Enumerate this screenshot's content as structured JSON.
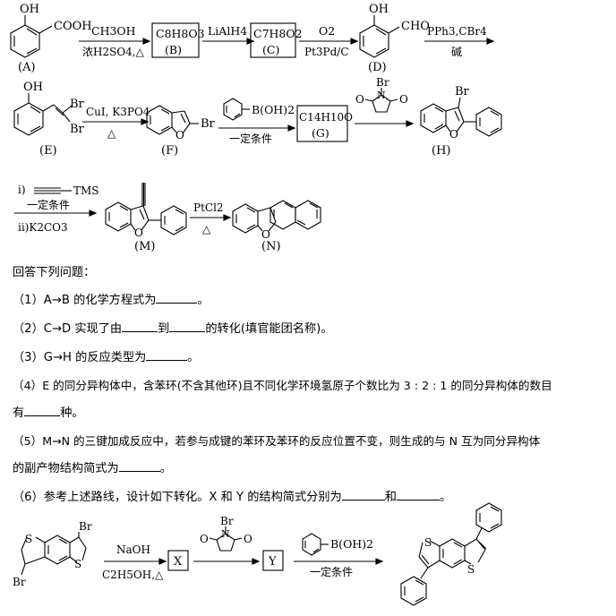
{
  "scheme": {
    "row1": {
      "A": {
        "group": "COOH",
        "oh": "OH",
        "label": "(A)"
      },
      "arrow1": {
        "top": "CH3OH",
        "bottom": "浓H2SO4,△"
      },
      "B": {
        "formula": "C8H8O3",
        "label": "(B)"
      },
      "arrow2": {
        "top": "LiAlH4"
      },
      "C": {
        "formula": "C7H8O2",
        "label": "(C)"
      },
      "arrow3": {
        "top": "O2",
        "bottom": "Pt3Pd/C"
      },
      "D": {
        "group": "CHO",
        "oh": "OH",
        "label": "(D)"
      },
      "arrow4": {
        "top": "PPh3,CBr4",
        "bottom": "碱"
      }
    },
    "row2": {
      "E": {
        "oh": "OH",
        "br1": "Br",
        "br2": "Br",
        "label": "(E)"
      },
      "arrow5": {
        "top": "CuI, K3PO4",
        "bottom": "△"
      },
      "F": {
        "o": "O",
        "br": "Br",
        "label": "(F)"
      },
      "arrow6": {
        "top": "B(OH)2",
        "bottom": "一定条件"
      },
      "G": {
        "formula": "C14H10O",
        "label": "(G)"
      },
      "NBS": {
        "br": "Br",
        "n": "N",
        "o1": "O",
        "o2": "O"
      },
      "H": {
        "br": "Br",
        "o": "O",
        "label": "(H)"
      }
    },
    "row3": {
      "arrow7": {
        "top": "i)",
        "top2": "TMS",
        "middle": "一定条件",
        "bottom": "ii)K2CO3"
      },
      "M": {
        "o": "O",
        "label": "(M)"
      },
      "arrow8": {
        "top": "PtCl2",
        "bottom": "△"
      },
      "N": {
        "o": "O",
        "label": "(N)"
      }
    },
    "row6": {
      "start": {
        "s1": "S",
        "s2": "S",
        "br1": "Br",
        "br2": "Br"
      },
      "arrow9": {
        "top": "NaOH",
        "bottom": "C2H5OH,△"
      },
      "X": "X",
      "NBS": {
        "br": "Br",
        "n": "N",
        "o1": "O",
        "o2": "O"
      },
      "Y": "Y",
      "arrow10": {
        "top": "B(OH)2",
        "bottom": "一定条件"
      },
      "product": {
        "s1": "S",
        "s2": "S"
      }
    }
  },
  "questions": {
    "intro": "回答下列问题：",
    "q1_a": "（1）A→B 的化学方程式为",
    "q1_b": "。",
    "q2_a": "（2）C→D 实现了由",
    "q2_b": "到",
    "q2_c": "的转化(填官能团名称)。",
    "q3_a": "（3）G→H 的反应类型为",
    "q3_b": "。",
    "q4_a": "（4）E 的同分异构体中，含苯环(不含其他环)且不同化学环境氢原子个数比为 3 : 2 : 1 的同分异构体的数目",
    "q4_b": "有",
    "q4_c": "种。",
    "q5_a": "（5）M→N 的三键加成反应中，若参与成键的苯环及苯环的反应位置不变，则生成的与 N 互为同分异构体",
    "q5_b": "的副产物结构简式为",
    "q5_c": "。",
    "q6_a": "（6）参考上述路线，设计如下转化。X 和 Y 的结构简式分别为",
    "q6_b": "和",
    "q6_c": "。"
  }
}
